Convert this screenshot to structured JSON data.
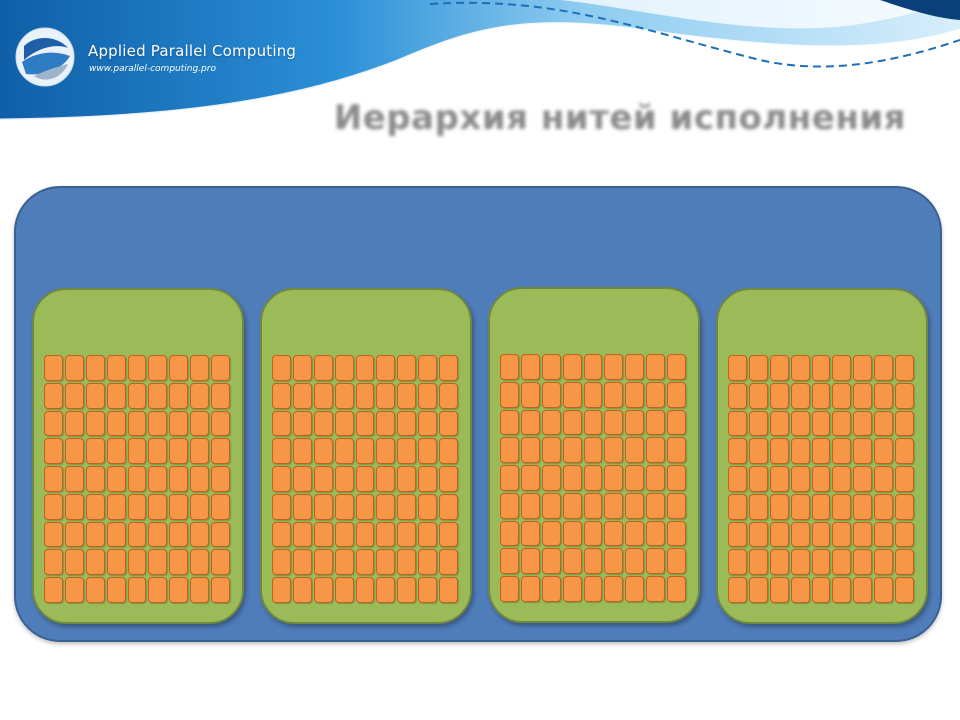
{
  "header": {
    "brand_name": "Applied Parallel Computing",
    "brand_url": "www.parallel-computing.pro",
    "logo_icon": "sphere-ribbon-logo-icon"
  },
  "slide": {
    "title": "Иерархия нитей исполнения"
  },
  "diagram": {
    "grid_label": "",
    "block_count": 4,
    "threads_per_block": {
      "rows": 9,
      "cols": 9
    },
    "colors": {
      "grid": "#4f7dba",
      "block": "#9bbb59",
      "thread": "#f79646",
      "banner": "#1f7ec4"
    }
  }
}
